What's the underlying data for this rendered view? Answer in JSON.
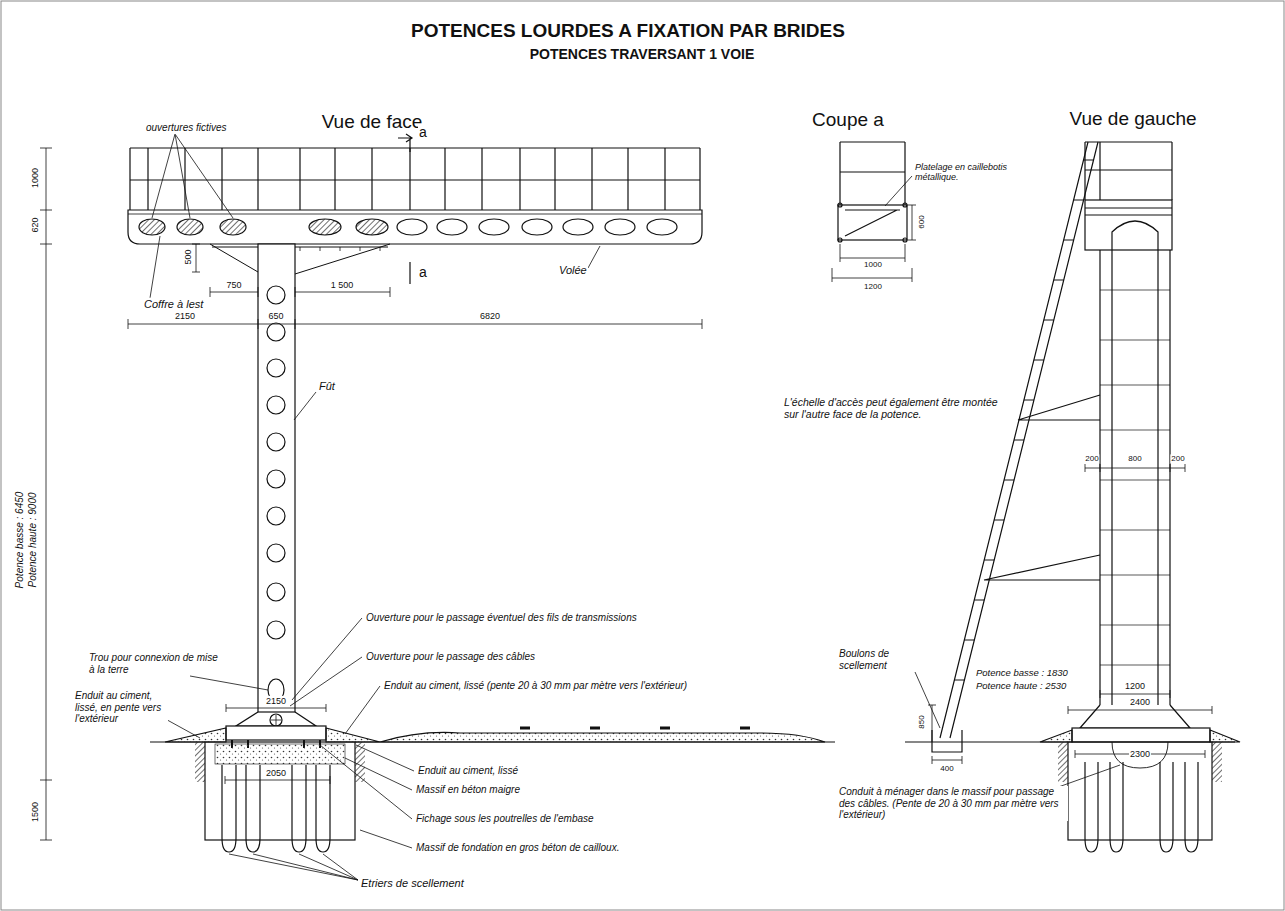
{
  "diagram": {
    "title": "POTENCES LOURDES A FIXATION PAR BRIDES",
    "labels": [
      "POTENCES TRAVERSANT 1 VOIE",
      "Vue de face",
      "Coupe a",
      "Vue de gauche",
      "ouvertures fictives",
      "a",
      "a",
      "1000",
      "620",
      "500",
      "750",
      "1 500",
      "2150",
      "650",
      "6820",
      "Coffre à lest",
      "Volée",
      "Fût",
      "Potence basse : 6450",
      "Potence haute : 9000",
      "Trou pour connexion de mise à la terre",
      "Enduit au ciment, lissé, en pente vers l'extérieur",
      "Ouverture pour le passage éventuel des fils de transmissions",
      "Ouverture pour le passage des câbles",
      "Enduit au ciment, lissé (pente 20 à 30 mm par mètre vers l'extérieur)",
      "2150",
      "Enduit au ciment, lissé",
      "Massif en béton maigre",
      "Fichage sous les poutrelles de l'embase",
      "Massif de fondation en gros béton de cailloux.",
      "Etriers de scellement",
      "2050",
      "1500",
      "Platelage en caillebotis métallique.",
      "600",
      "1000",
      "1200",
      "L'échelle d'accès peut également être montée sur l'autre face de la potence.",
      "200",
      "800",
      "200",
      "Boulons de scellement",
      "Potence basse : 1830",
      "Potence haute : 2530",
      "1200",
      "2400",
      "850",
      "400",
      "2300",
      "Conduit à ménager dans le massif pour passage des câbles. (Pente de 20 à 30 mm par mètre vers l'extérieur)"
    ]
  }
}
